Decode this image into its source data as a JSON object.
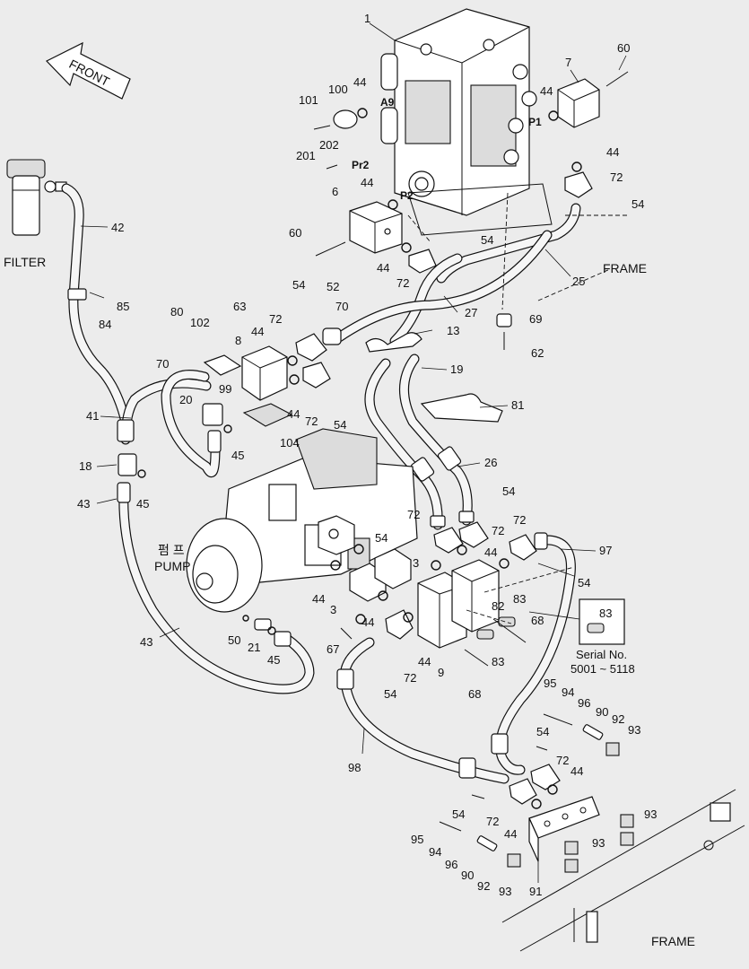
{
  "title_labels": {
    "front": "FRONT",
    "filter": "FILTER",
    "frame_top": "FRAME",
    "frame_bottom": "FRAME",
    "pump_kr": "펌 프",
    "pump_en": "PUMP",
    "serial_line1": "Serial No.",
    "serial_line2": "5001 ~ 5118"
  },
  "port_labels": {
    "a9": "A9",
    "pr2": "Pr2",
    "p2": "P2",
    "p1": "P1"
  },
  "callouts": {
    "c1": "1",
    "c60a": "60",
    "c7": "7",
    "c44a": "44",
    "c100": "100",
    "c101": "101",
    "c44b": "44",
    "c202": "202",
    "c201": "201",
    "c44c": "44",
    "c72a": "72",
    "c54a": "54",
    "c6": "6",
    "c44d": "44",
    "c60b": "60",
    "c54b": "54",
    "c44e": "44",
    "c72b": "72",
    "c25": "25",
    "c42": "42",
    "c52": "52",
    "c54c": "54",
    "c70a": "70",
    "c27": "27",
    "c69": "69",
    "c62": "62",
    "c85": "85",
    "c84": "84",
    "c80": "80",
    "c63": "63",
    "c102": "102",
    "c72c": "72",
    "c44f": "44",
    "c13": "13",
    "c19": "19",
    "c8": "8",
    "c70b": "70",
    "c99": "99",
    "c44g": "44",
    "c72d": "72",
    "c54d": "54",
    "c81": "81",
    "c20": "20",
    "c104": "104",
    "c45a": "45",
    "c41": "41",
    "c26": "26",
    "c18": "18",
    "c54e": "54",
    "c43a": "43",
    "c45b": "45",
    "c72e": "72",
    "c72f": "72",
    "c72g": "72",
    "c54f": "54",
    "c44h": "44",
    "c3a": "3",
    "c97": "97",
    "c54g": "54",
    "c44i": "44",
    "c82": "82",
    "c83a": "83",
    "c3b": "3",
    "c44j": "44",
    "c68a": "68",
    "c83b": "83",
    "c44k": "44",
    "c50": "50",
    "c21": "21",
    "c45c": "45",
    "c67": "67",
    "c72h": "72",
    "c9": "9",
    "c83c": "83",
    "c43b": "43",
    "c54h": "54",
    "c68b": "68",
    "c95a": "95",
    "c94a": "94",
    "c96a": "96",
    "c90a": "90",
    "c92a": "92",
    "c93a": "93",
    "c54i": "54",
    "c72i": "72",
    "c98": "98",
    "c44l": "44",
    "c54j": "54",
    "c72j": "72",
    "c93b": "93",
    "c95b": "95",
    "c44m": "44",
    "c93c": "93",
    "c94b": "94",
    "c96b": "96",
    "c90b": "90",
    "c92b": "92",
    "c93d": "93",
    "c91": "91"
  }
}
